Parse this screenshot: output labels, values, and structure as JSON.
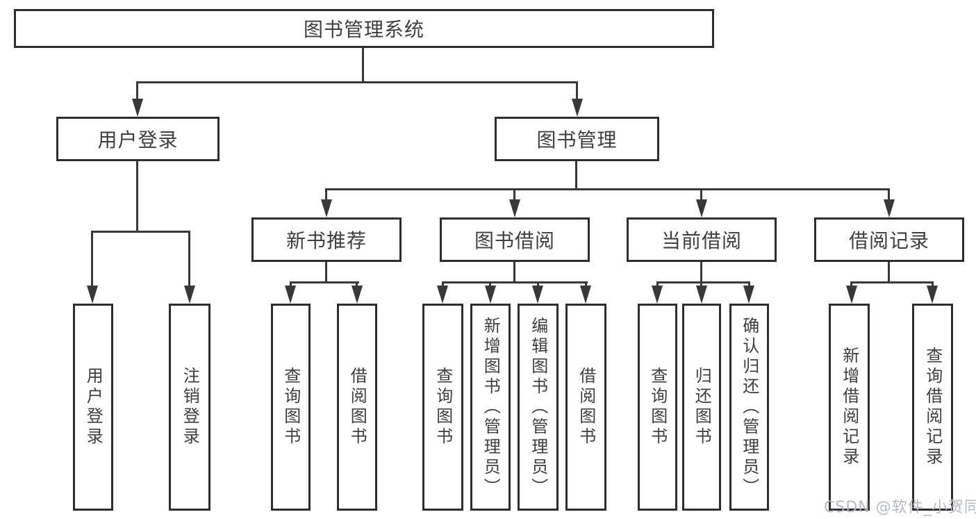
{
  "diagram_type": "org-tree",
  "colors": {
    "line": "#383838",
    "box_border": "#2e2e2e",
    "text": "#3e3e3e",
    "background": "#ffffff",
    "watermark": "#b2b6bc"
  },
  "tree": {
    "label": "图书管理系统",
    "children": [
      {
        "label": "用户登录",
        "children": [
          {
            "label": "用户登录"
          },
          {
            "label": "注销登录"
          }
        ]
      },
      {
        "label": "图书管理",
        "children": [
          {
            "label": "新书推荐",
            "children": [
              {
                "label": "查询图书"
              },
              {
                "label": "借阅图书"
              }
            ]
          },
          {
            "label": "图书借阅",
            "children": [
              {
                "label": "查询图书"
              },
              {
                "label": "新增图书（管理员）"
              },
              {
                "label": "编辑图书（管理员）"
              },
              {
                "label": "借阅图书"
              }
            ]
          },
          {
            "label": "当前借阅",
            "children": [
              {
                "label": "查询图书"
              },
              {
                "label": "归还图书"
              },
              {
                "label": "确认归还（管理员）"
              }
            ]
          },
          {
            "label": "借阅记录",
            "children": [
              {
                "label": "新增借阅记录"
              },
              {
                "label": "查询借阅记录"
              }
            ]
          }
        ]
      }
    ]
  },
  "watermark": "CSDN @软件_小贺同学"
}
